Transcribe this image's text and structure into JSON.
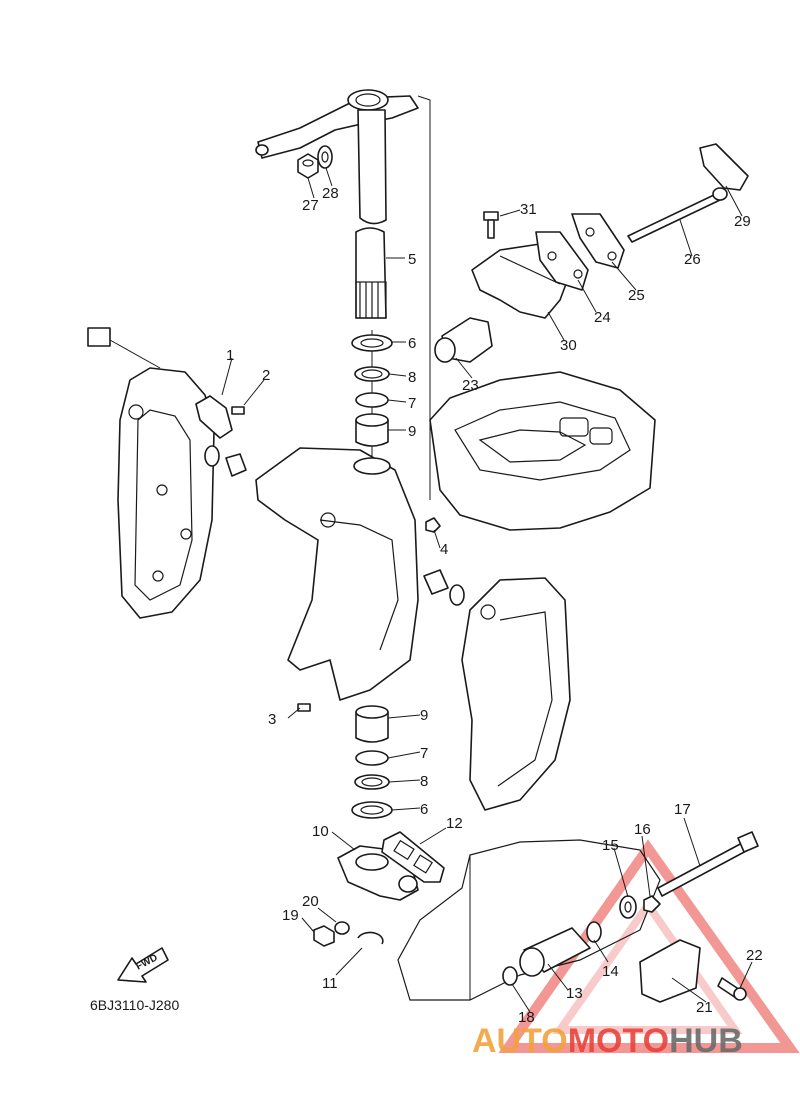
{
  "diagram": {
    "code": "6BJ3110-J280",
    "fwd_label": "FWD",
    "callouts": [
      {
        "id": "c1",
        "label": "1"
      },
      {
        "id": "c2",
        "label": "2"
      },
      {
        "id": "c3",
        "label": "3"
      },
      {
        "id": "c4",
        "label": "4"
      },
      {
        "id": "c5",
        "label": "5"
      },
      {
        "id": "c6a",
        "label": "6"
      },
      {
        "id": "c6b",
        "label": "6"
      },
      {
        "id": "c7a",
        "label": "7"
      },
      {
        "id": "c7b",
        "label": "7"
      },
      {
        "id": "c8a",
        "label": "8"
      },
      {
        "id": "c8b",
        "label": "8"
      },
      {
        "id": "c9a",
        "label": "9"
      },
      {
        "id": "c9b",
        "label": "9"
      },
      {
        "id": "c10",
        "label": "10"
      },
      {
        "id": "c11",
        "label": "11"
      },
      {
        "id": "c12",
        "label": "12"
      },
      {
        "id": "c13",
        "label": "13"
      },
      {
        "id": "c14",
        "label": "14"
      },
      {
        "id": "c15",
        "label": "15"
      },
      {
        "id": "c16",
        "label": "16"
      },
      {
        "id": "c17",
        "label": "17"
      },
      {
        "id": "c18",
        "label": "18"
      },
      {
        "id": "c19",
        "label": "19"
      },
      {
        "id": "c20",
        "label": "20"
      },
      {
        "id": "c21",
        "label": "21"
      },
      {
        "id": "c22",
        "label": "22"
      },
      {
        "id": "c23",
        "label": "23"
      },
      {
        "id": "c24",
        "label": "24"
      },
      {
        "id": "c25",
        "label": "25"
      },
      {
        "id": "c26",
        "label": "26"
      },
      {
        "id": "c27",
        "label": "27"
      },
      {
        "id": "c28",
        "label": "28"
      },
      {
        "id": "c29",
        "label": "29"
      },
      {
        "id": "c30",
        "label": "30"
      },
      {
        "id": "c31",
        "label": "31"
      }
    ]
  },
  "watermark": {
    "part1": "AUTO",
    "part2": "MOTO",
    "part3": "HUB",
    "colors": {
      "orange": "#f2a23c",
      "red": "#e8433c",
      "gray": "#6b6b6b"
    }
  }
}
